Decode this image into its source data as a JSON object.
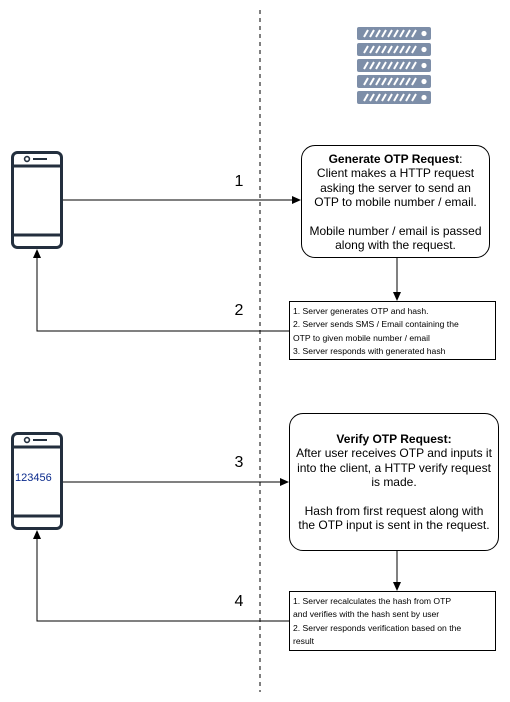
{
  "generate_request": {
    "title": "Generate OTP Request",
    "colon": ":",
    "line1": "Client makes a HTTP request asking the server to send an OTP to mobile number / email.",
    "line2": "Mobile number / email is passed along with the request."
  },
  "generate_response": {
    "items": [
      "1. Server generates OTP and hash.",
      "2. Server sends SMS / Email containing the",
      "OTP to given mobile number / email",
      "3. Server responds with generated hash"
    ]
  },
  "verify_request": {
    "title": "Verify OTP Request:",
    "line1": "After user receives OTP and inputs it into the client, a HTTP verify request is made.",
    "line2": "Hash from first request along with the OTP input is sent in the request."
  },
  "verify_response": {
    "items": [
      "1. Server recalculates the hash from OTP",
      "and verifies with the hash sent by user",
      "2. Server responds verification based on the",
      "result"
    ]
  },
  "steps": [
    "1",
    "2",
    "3",
    "4"
  ],
  "phone_otp": "123456",
  "colors": {
    "stroke": "#000000",
    "phone": "#232f3e",
    "server": "#7d8ea8",
    "otp_text": "#0a2a8c"
  }
}
